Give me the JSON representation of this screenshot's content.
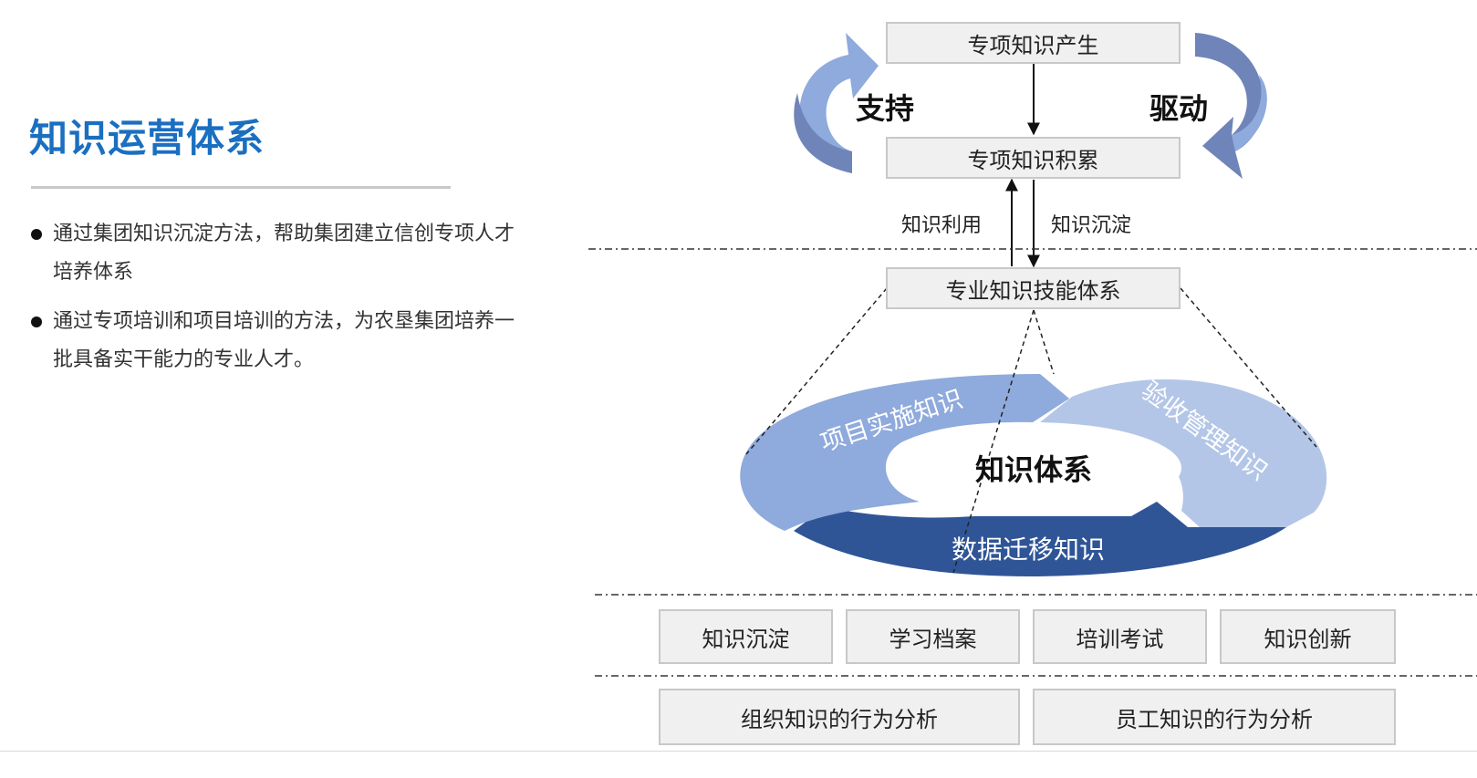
{
  "title": "知识运营体系",
  "bullets": [
    "通过集团知识沉淀方法，帮助集团建立信创专项人才培养体系",
    "通过专项培训和项目培训的方法，为农垦集团培养一批具备实干能力的专业人才。"
  ],
  "top": {
    "box1": "专项知识产生",
    "box2": "专项知识积累",
    "support": "支持",
    "drive": "驱动",
    "use_label": "知识利用",
    "deposit_label": "知识沉淀"
  },
  "middle": {
    "system_box": "专业知识技能体系",
    "cycle_center": "知识体系",
    "seg_project": "项目实施知识",
    "seg_acceptance": "验收管理知识",
    "seg_migration": "数据迁移知识"
  },
  "row1": [
    "知识沉淀",
    "学习档案",
    "培训考试",
    "知识创新"
  ],
  "row2": [
    "组织知识的行为分析",
    "员工知识的行为分析"
  ],
  "colors": {
    "title": "#1a6fc0",
    "seg_light": "#b3c6e7",
    "seg_mid": "#8faadc",
    "seg_dark": "#2f5597",
    "arrow_left": "#8faadc",
    "arrow_right": "#6f84b8",
    "box_fill": "#f0f0f0",
    "box_border": "#c8c8c8"
  }
}
